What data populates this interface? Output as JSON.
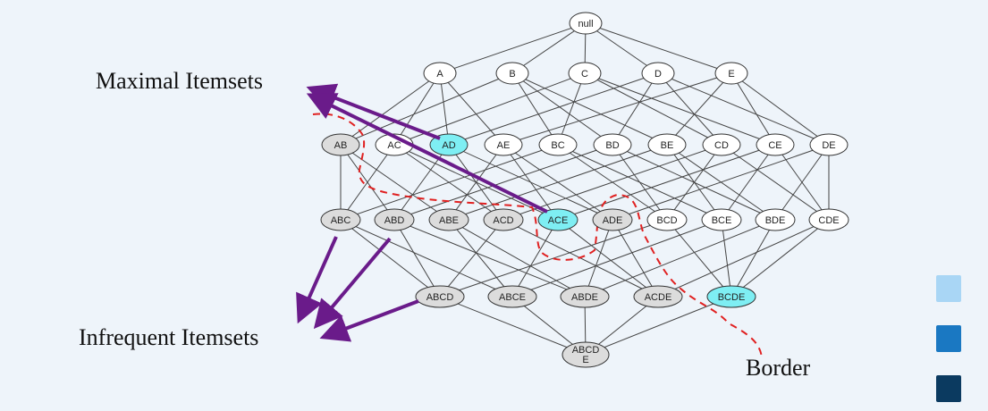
{
  "labels": {
    "maximal": "Maximal Itemsets",
    "infrequent": "Infrequent Itemsets",
    "border": "Border"
  },
  "nodes": [
    {
      "id": "null",
      "text": "null",
      "state": "plain"
    },
    {
      "id": "A",
      "text": "A",
      "state": "plain"
    },
    {
      "id": "B",
      "text": "B",
      "state": "plain"
    },
    {
      "id": "C",
      "text": "C",
      "state": "plain"
    },
    {
      "id": "D",
      "text": "D",
      "state": "plain"
    },
    {
      "id": "E",
      "text": "E",
      "state": "plain"
    },
    {
      "id": "AB",
      "text": "AB",
      "state": "gray"
    },
    {
      "id": "AC",
      "text": "AC",
      "state": "plain"
    },
    {
      "id": "AD",
      "text": "AD",
      "state": "maximal"
    },
    {
      "id": "AE",
      "text": "AE",
      "state": "plain"
    },
    {
      "id": "BC",
      "text": "BC",
      "state": "plain"
    },
    {
      "id": "BD",
      "text": "BD",
      "state": "plain"
    },
    {
      "id": "BE",
      "text": "BE",
      "state": "plain"
    },
    {
      "id": "CD",
      "text": "CD",
      "state": "plain"
    },
    {
      "id": "CE",
      "text": "CE",
      "state": "plain"
    },
    {
      "id": "DE",
      "text": "DE",
      "state": "plain"
    },
    {
      "id": "ABC",
      "text": "ABC",
      "state": "gray"
    },
    {
      "id": "ABD",
      "text": "ABD",
      "state": "gray"
    },
    {
      "id": "ABE",
      "text": "ABE",
      "state": "gray"
    },
    {
      "id": "ACD",
      "text": "ACD",
      "state": "gray"
    },
    {
      "id": "ACE",
      "text": "ACE",
      "state": "maximal"
    },
    {
      "id": "ADE",
      "text": "ADE",
      "state": "gray"
    },
    {
      "id": "BCD",
      "text": "BCD",
      "state": "plain"
    },
    {
      "id": "BCE",
      "text": "BCE",
      "state": "plain"
    },
    {
      "id": "BDE",
      "text": "BDE",
      "state": "plain"
    },
    {
      "id": "CDE",
      "text": "CDE",
      "state": "plain"
    },
    {
      "id": "ABCD",
      "text": "ABCD",
      "state": "gray"
    },
    {
      "id": "ABCE",
      "text": "ABCE",
      "state": "gray"
    },
    {
      "id": "ABDE",
      "text": "ABDE",
      "state": "gray"
    },
    {
      "id": "ACDE",
      "text": "ACDE",
      "state": "gray"
    },
    {
      "id": "BCDE",
      "text": "BCDE",
      "state": "maximal"
    },
    {
      "id": "ABCDE",
      "text": "ABCD\nE",
      "state": "gray"
    }
  ],
  "colors": {
    "maximal_fill": "#7eeef3",
    "gray_fill": "#dcdcdc",
    "plain_fill": "#ffffff",
    "edge": "#444444",
    "arrow": "#6a1b8a",
    "border_line": "#e02020",
    "swatches": [
      "#a9d6f5",
      "#1a78c2",
      "#0b3a60"
    ]
  }
}
